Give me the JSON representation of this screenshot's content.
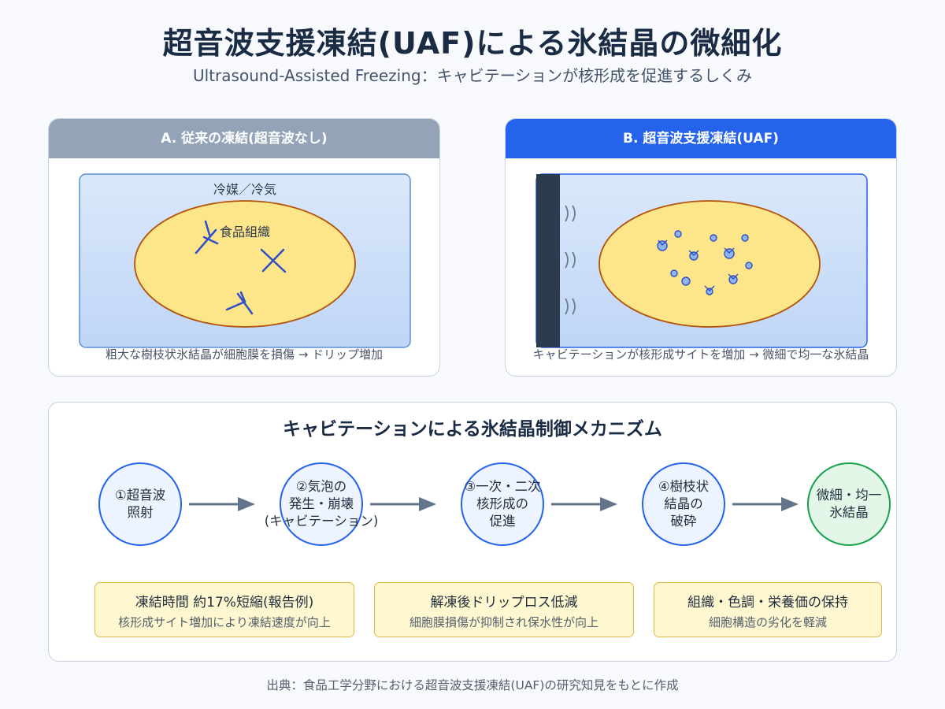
{
  "title": "超音波支援凍結(UAF)による氷結晶の微細化",
  "subtitle": "Ultrasound-Assisted Freezing：キャビテーションが核形成を促進するしくみ",
  "panel_a": {
    "header": "A. 従来の凍結(超音波なし)",
    "medium_label": "冷媒／冷気",
    "food_label": "食品組織",
    "caption": "粗大な樹枝状氷結晶が細胞膜を損傷 → ドリップ増加"
  },
  "panel_b": {
    "header": "B. 超音波支援凍結(UAF)",
    "caption": "キャビテーションが核形成サイトを増加 → 微細で均一な氷結晶"
  },
  "mechanism": {
    "title": "キャビテーションによる氷結晶制御メカニズム",
    "steps": [
      {
        "label": "①超音波\n照射"
      },
      {
        "label": "②気泡の\n発生・崩壊\n(キャビテーション)"
      },
      {
        "label": "③一次・二次\n核形成の\n促進"
      },
      {
        "label": "④樹枝状\n結晶の\n破砕"
      },
      {
        "label": "微細・均一\n氷結晶"
      }
    ],
    "benefits": [
      {
        "main": "凍結時間 約17%短縮(報告例)",
        "sub": "核形成サイト増加により凍結速度が向上"
      },
      {
        "main": "解凍後ドリップロス低減",
        "sub": "細胞膜損傷が抑制され保水性が向上"
      },
      {
        "main": "組織・色調・栄養価の保持",
        "sub": "細胞構造の劣化を軽減"
      }
    ]
  },
  "source": "出典：食品工学分野における超音波支援凍結(UAF)の研究知見をもとに作成",
  "colors": {
    "blue_accent": "#2563eb",
    "gray_header": "#94a3b8",
    "green_final": "#16a34a",
    "food_fill": "#fde68a",
    "food_stroke": "#b45309",
    "transducer": "#2d3b4f"
  },
  "icons": [
    "ultrasound-wave-icon",
    "arrow-right-icon"
  ]
}
